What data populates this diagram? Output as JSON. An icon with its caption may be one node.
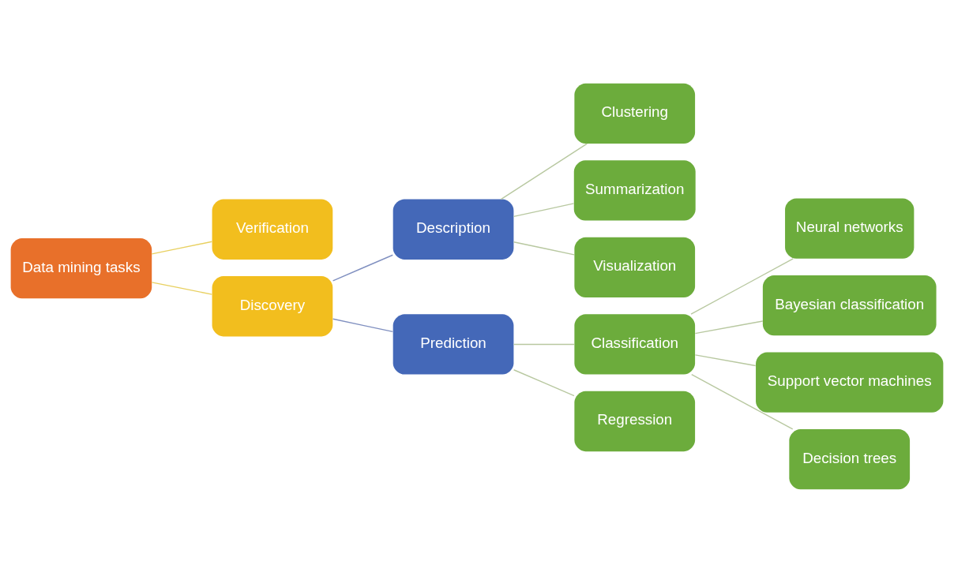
{
  "diagram": {
    "nodes": [
      {
        "text": [
          "Data mining tasks"
        ]
      },
      {
        "text": [
          "Verification"
        ]
      },
      {
        "text": [
          "Discovery"
        ]
      },
      {
        "text": [
          "Description"
        ]
      },
      {
        "text": [
          "Clustering"
        ]
      },
      {
        "text": [
          "Summarization"
        ]
      },
      {
        "text": [
          "Visualization"
        ]
      },
      {
        "text": [
          "Prediction"
        ]
      },
      {
        "text": [
          "Classification"
        ]
      },
      {
        "text": [
          "Regression"
        ]
      },
      {
        "text": [
          "Neural networks"
        ]
      },
      {
        "text": [
          "Bayesian classification"
        ]
      },
      {
        "text": [
          "Support vector machines"
        ]
      },
      {
        "text": [
          "Decision trees"
        ]
      }
    ],
    "edges": [
      {
        "from": 0,
        "to": 1,
        "arrow": "none",
        "color": "#e8d060"
      },
      {
        "from": 0,
        "to": 2,
        "arrow": "none",
        "color": "#e8d060"
      },
      {
        "from": 2,
        "to": 3,
        "arrow": "none",
        "color": "#8090c0"
      },
      {
        "from": 2,
        "to": 7,
        "arrow": "none",
        "color": "#8090c0"
      },
      {
        "from": 3,
        "to": 4,
        "arrow": "none"
      },
      {
        "from": 3,
        "to": 5,
        "arrow": "none"
      },
      {
        "from": 3,
        "to": 6,
        "arrow": "none"
      },
      {
        "from": 7,
        "to": 8,
        "arrow": "none"
      },
      {
        "from": 7,
        "to": 9,
        "arrow": "none"
      },
      {
        "from": 8,
        "to": 10,
        "arrow": "none"
      },
      {
        "from": 8,
        "to": 11,
        "arrow": "none"
      },
      {
        "from": 8,
        "to": 12,
        "arrow": "none"
      },
      {
        "from": 8,
        "to": 13,
        "arrow": "none"
      }
    ]
  }
}
